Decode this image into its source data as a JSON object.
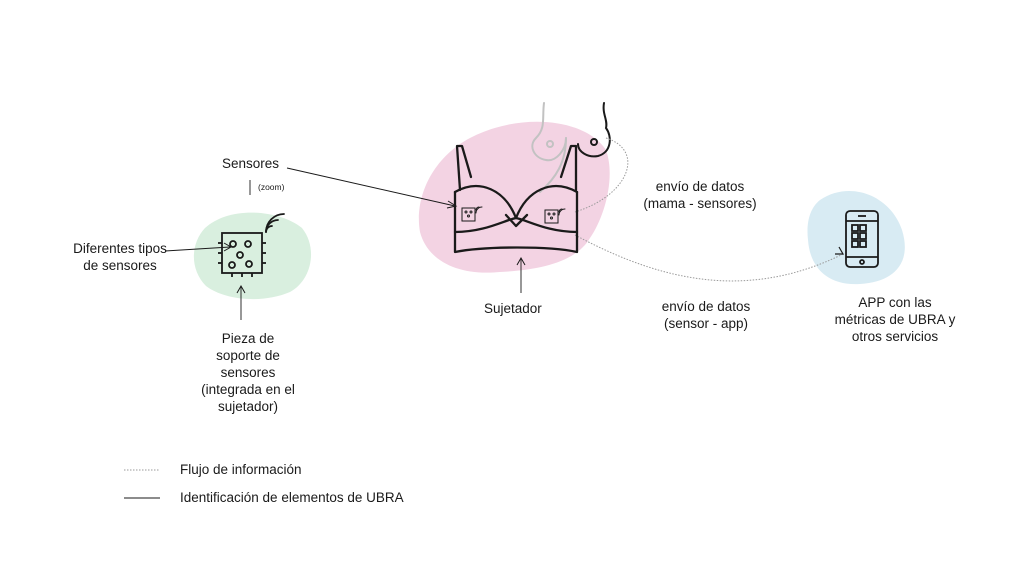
{
  "colors": {
    "pink_blob": "#f3d3e3",
    "green_blob": "#d9efdf",
    "blue_blob": "#d8ebf3",
    "line": "#1a1a1a",
    "body_outline": "#c2c2c2",
    "flow_line": "#9a9a9a"
  },
  "labels": {
    "sensores": "Sensores",
    "zoom": "(zoom)",
    "tipos_sensores": [
      "Diferentes tipos",
      "de sensores"
    ],
    "pieza_soporte": [
      "Pieza de",
      "soporte de",
      "sensores",
      "(integrada en el",
      "sujetador)"
    ],
    "sujetador": "Sujetador",
    "envio_mama": [
      "envío de datos",
      "(mama - sensores)"
    ],
    "envio_app": [
      "envío de datos",
      "(sensor - app)"
    ],
    "app": [
      "APP con las",
      "métricas de UBRA y",
      "otros servicios"
    ]
  },
  "legend": {
    "flujo": "Flujo de información",
    "identificacion": "Identificación de elementos de UBRA"
  },
  "icons": [
    "bra-icon",
    "torso-icon",
    "sensor-chip-icon",
    "wifi-signal-icon",
    "smartphone-app-icon"
  ]
}
